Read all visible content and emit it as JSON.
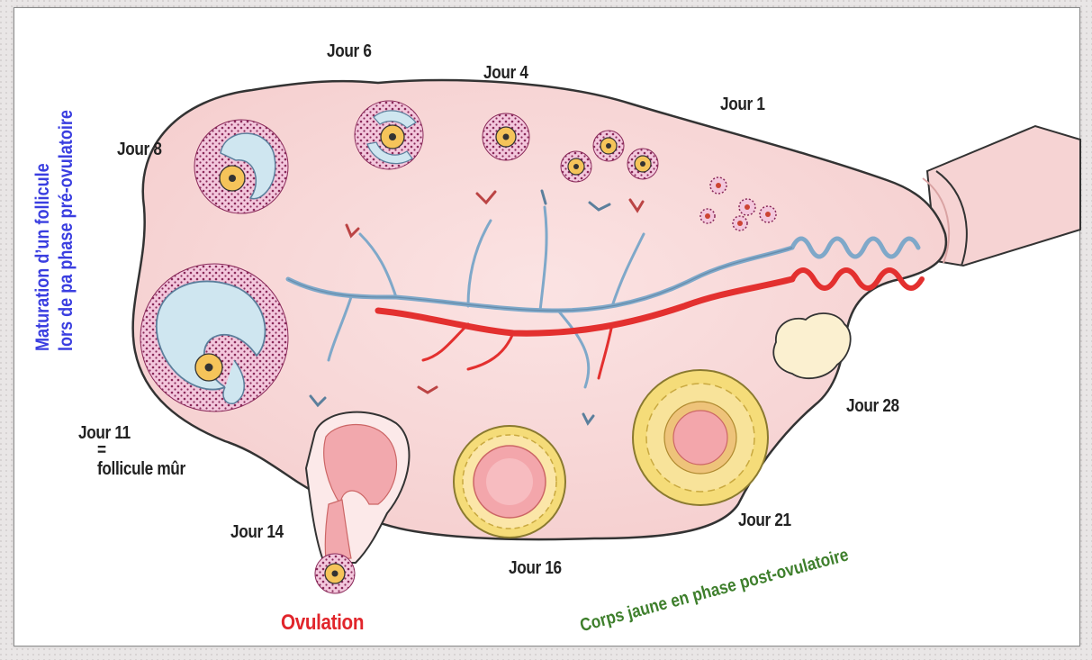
{
  "labels": {
    "jour1": "Jour 1",
    "jour4": "Jour 4",
    "jour6": "Jour 6",
    "jour8": "Jour 8",
    "jour11": "Jour 11",
    "equals": "=",
    "follicule_mur": "follicule mûr",
    "jour14": "Jour 14",
    "ovulation": "Ovulation",
    "jour16": "Jour 16",
    "jour21": "Jour 21",
    "jour28": "Jour 28",
    "maturation_line1": "Maturation d’un follicule",
    "maturation_line2": "lors de pa phase pré-ovulatoire",
    "corps_jaune": "Corps jaune en phase post-ovulatoire"
  },
  "colors": {
    "ovary": "#f9dcdc",
    "ovary_outline": "#333333",
    "follicle_theca": "#f3c7dc",
    "follicle_dots": "#8a2a5a",
    "antrum": "#cfe6f0",
    "oocyte": "#f5c45a",
    "corpus_luteum": "#f5dc79",
    "vein": "#8fb6d6",
    "artery": "#e3302f",
    "pre_ovulatory_text": "#3a3ee0",
    "post_ovulatory_text": "#3e7f2c",
    "ovulation_text": "#e1252b"
  }
}
